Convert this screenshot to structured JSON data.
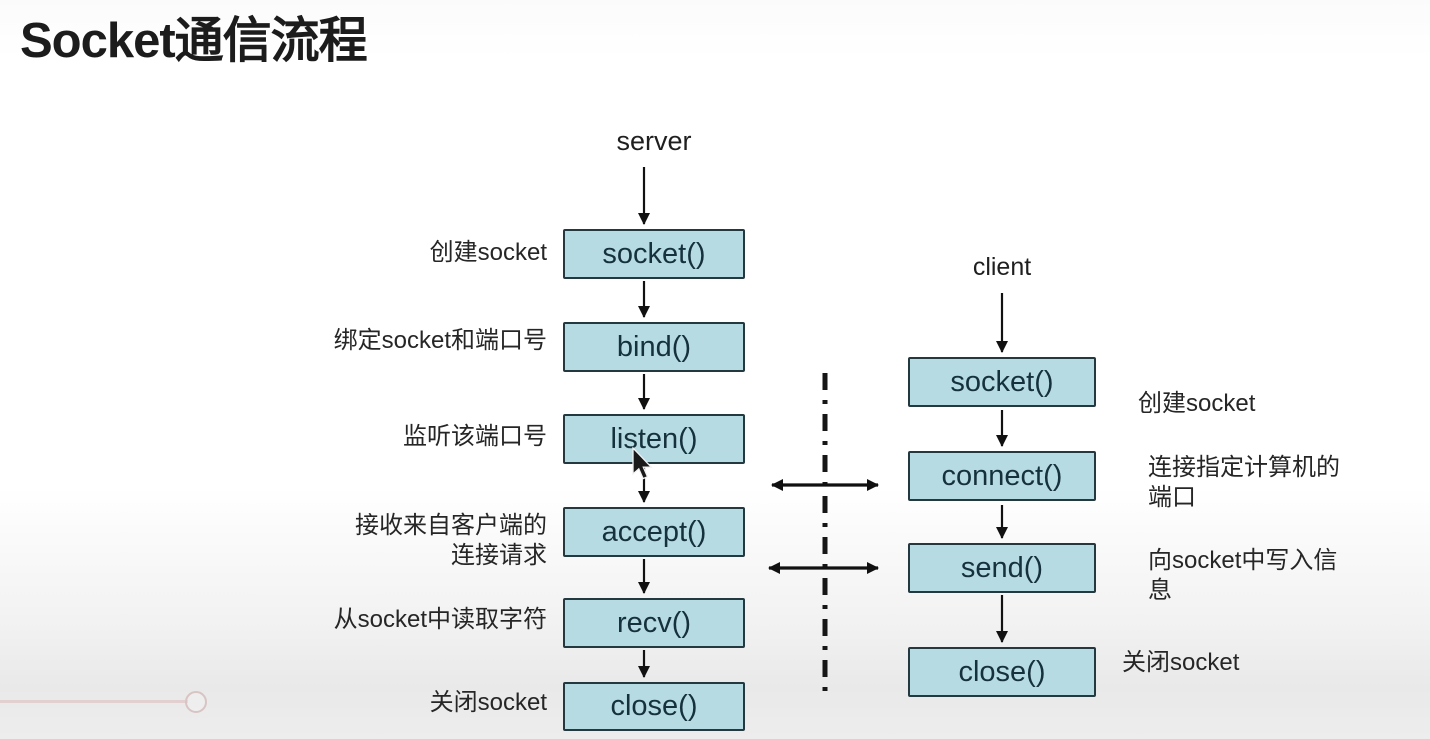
{
  "title": "Socket通信流程",
  "server": {
    "heading": "server",
    "steps": [
      {
        "func": "socket()",
        "note_lines": [
          "创建socket"
        ]
      },
      {
        "func": "bind()",
        "note_lines": [
          "绑定socket和端口号"
        ]
      },
      {
        "func": "listen()",
        "note_lines": [
          "监听该端口号"
        ]
      },
      {
        "func": "accept()",
        "note_lines": [
          "接收来自客户端的",
          "连接请求"
        ]
      },
      {
        "func": "recv()",
        "note_lines": [
          "从socket中读取字符"
        ]
      },
      {
        "func": "close()",
        "note_lines": [
          "关闭socket"
        ]
      }
    ]
  },
  "client": {
    "heading": "client",
    "steps": [
      {
        "func": "socket()",
        "note_lines": [
          "创建socket"
        ]
      },
      {
        "func": "connect()",
        "note_lines": [
          "连接指定计算机的",
          "端口"
        ]
      },
      {
        "func": "send()",
        "note_lines": [
          "向socket中写入信",
          "息"
        ]
      },
      {
        "func": "close()",
        "note_lines": [
          "关闭socket"
        ]
      }
    ]
  },
  "colors": {
    "node_fill": "#b7dbe3",
    "node_border": "#24383f",
    "node_text": "#15313d",
    "arrow": "#111111",
    "label_text": "#262626",
    "progress_bar": "#ddc9c9"
  }
}
